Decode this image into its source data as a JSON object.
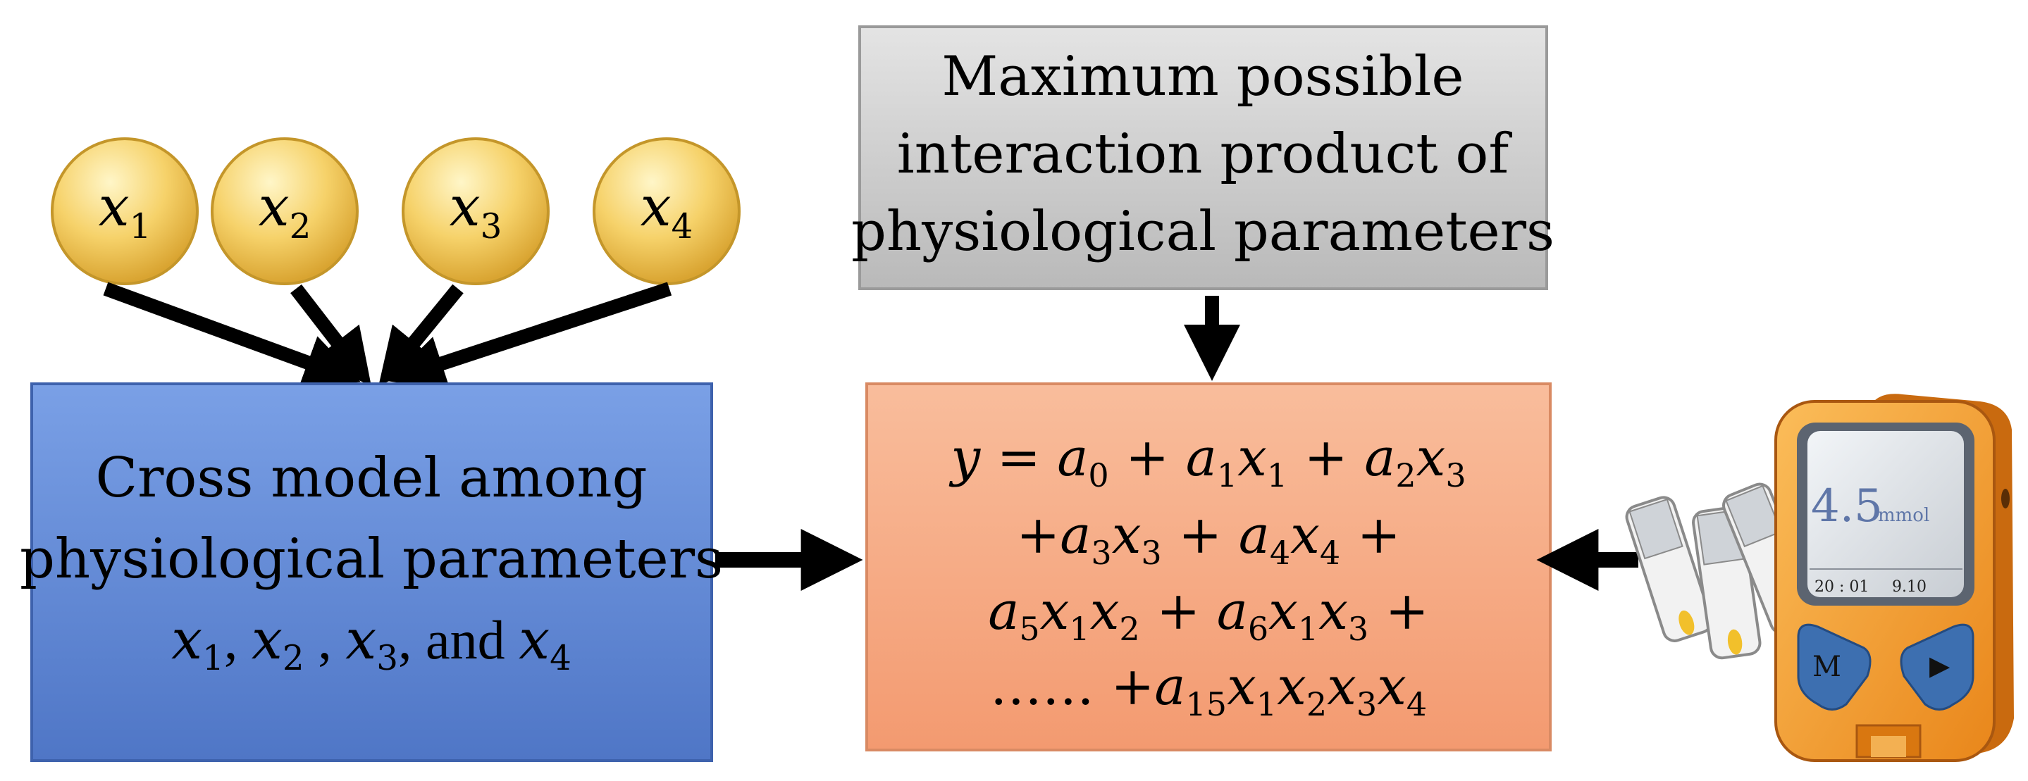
{
  "variables": [
    {
      "letter": "x",
      "index": "1"
    },
    {
      "letter": "x",
      "index": "2"
    },
    {
      "letter": "x",
      "index": "3"
    },
    {
      "letter": "x",
      "index": "4"
    }
  ],
  "interaction_box": {
    "lines": [
      "Maximum possible",
      "interaction product of",
      "physiological parameters"
    ]
  },
  "cross_model_box": {
    "line1": "Cross model among",
    "line2": "physiological parameters",
    "vars": [
      {
        "letter": "x",
        "index": "1",
        "sep": ", "
      },
      {
        "letter": "x",
        "index": "2",
        "sep": " , "
      },
      {
        "letter": "x",
        "index": "3",
        "sep": ", and "
      },
      {
        "letter": "x",
        "index": "4",
        "sep": ""
      }
    ]
  },
  "equation": {
    "lines": [
      [
        [
          "i",
          "y"
        ],
        [
          "t",
          " = "
        ],
        [
          "i",
          "a"
        ],
        [
          "s",
          "0"
        ],
        [
          "t",
          " + "
        ],
        [
          "i",
          "a"
        ],
        [
          "s",
          "1"
        ],
        [
          "i",
          "x"
        ],
        [
          "s",
          "1"
        ],
        [
          "t",
          " + "
        ],
        [
          "i",
          "a"
        ],
        [
          "s",
          "2"
        ],
        [
          "i",
          "x"
        ],
        [
          "s",
          "3"
        ]
      ],
      [
        [
          "t",
          "+"
        ],
        [
          "i",
          "a"
        ],
        [
          "s",
          "3"
        ],
        [
          "i",
          "x"
        ],
        [
          "s",
          "3"
        ],
        [
          "t",
          " + "
        ],
        [
          "i",
          "a"
        ],
        [
          "s",
          "4"
        ],
        [
          "i",
          "x"
        ],
        [
          "s",
          "4"
        ],
        [
          "t",
          " +"
        ]
      ],
      [
        [
          "i",
          "a"
        ],
        [
          "s",
          "5"
        ],
        [
          "i",
          "x"
        ],
        [
          "s",
          "1"
        ],
        [
          "i",
          "x"
        ],
        [
          "s",
          "2"
        ],
        [
          "t",
          " + "
        ],
        [
          "i",
          "a"
        ],
        [
          "s",
          "6"
        ],
        [
          "i",
          "x"
        ],
        [
          "s",
          "1"
        ],
        [
          "i",
          "x"
        ],
        [
          "s",
          "3"
        ],
        [
          "t",
          " +"
        ]
      ],
      [
        [
          "t",
          "…… +"
        ],
        [
          "i",
          "a"
        ],
        [
          "s",
          "15"
        ],
        [
          "i",
          "x"
        ],
        [
          "s",
          "1"
        ],
        [
          "i",
          "x"
        ],
        [
          "s",
          "2"
        ],
        [
          "i",
          "x"
        ],
        [
          "s",
          "3"
        ],
        [
          "i",
          "x"
        ],
        [
          "s",
          "4"
        ]
      ]
    ]
  },
  "meter": {
    "reading": "4.5",
    "unit": "mmol",
    "time": "20 : 01",
    "date": "9.10",
    "button_m": "M",
    "button_play": "▶"
  },
  "colors": {
    "ball": "#f3c85a",
    "ball_edge": "#c99b2a",
    "cross_box": "#5b83d1",
    "interaction_box": "#c8c8c8",
    "equation_box": "#f6a882",
    "meter_body": "#f59e2c",
    "arrow": "#000000"
  }
}
